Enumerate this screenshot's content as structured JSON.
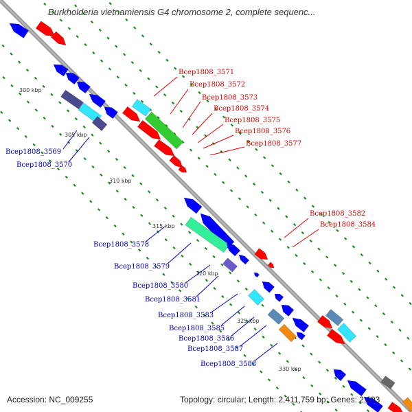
{
  "title": "Burkholderia vietnamiensis G4 chromosome 2, complete sequenc...",
  "accession": "Accession: NC_009255",
  "topology": "Topology: circular; Length: 2,411,759 bp; Genes: 2,103",
  "colors": {
    "backbone": "#8c8c8c",
    "forward_gene": "#ff0000",
    "reverse_gene": "#0000ff",
    "forward_label": "#e00000",
    "reverse_label": "#0000c8",
    "tick": "#1a8a1a",
    "cyan": "#33e5ff",
    "green": "#33cc33",
    "seafoam": "#33ee99",
    "slate": "#4a4a8c",
    "lavender": "#6a5acd",
    "steel": "#5a8ab8",
    "orange": "#f08a10",
    "gray": "#666666"
  },
  "kbp_labels": [
    "300 kbp",
    "305 kbp",
    "310 kbp",
    "315 kbp",
    "320 kbp",
    "325 kbp",
    "330 kbp"
  ],
  "gene_labels": {
    "forward": [
      "Bcep1808_3571",
      "Bcep1808_3572",
      "Bcep1808_3573",
      "Bcep1808_3574",
      "Bcep1808_3575",
      "Bcep1808_3576",
      "Bcep1808_3577",
      "Bcep1808_3582",
      "Bcep1808_3584"
    ],
    "reverse": [
      "Bcep1808_3569",
      "Bcep1808_3570",
      "Bcep1808_3578",
      "Bcep1808_3579",
      "Bcep1808_3580",
      "Bcep1808_3581",
      "Bcep1808_3583",
      "Bcep1808_3585",
      "Bcep1808_3586",
      "Bcep1808_3587",
      "Bcep1808_3588"
    ]
  }
}
